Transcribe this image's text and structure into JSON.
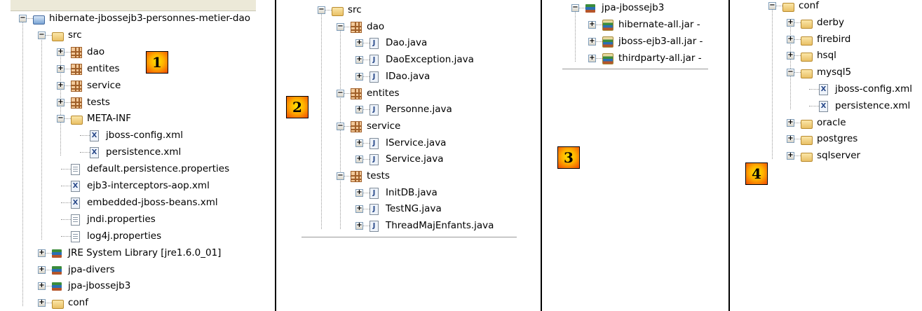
{
  "panels": [
    {
      "id": "panel-1",
      "badge": "1",
      "nodes": [
        {
          "label": "hibernate-jbossejb3-personnes-metier-dao",
          "icon": "project-icon",
          "depth": 0,
          "expander": "-"
        },
        {
          "label": "src",
          "icon": "source-folder-icon",
          "depth": 1,
          "expander": "-"
        },
        {
          "label": "dao",
          "icon": "package-icon",
          "depth": 2,
          "expander": "+"
        },
        {
          "label": "entites",
          "icon": "package-icon",
          "depth": 2,
          "expander": "+"
        },
        {
          "label": "service",
          "icon": "package-icon",
          "depth": 2,
          "expander": "+"
        },
        {
          "label": "tests",
          "icon": "package-icon",
          "depth": 2,
          "expander": "+"
        },
        {
          "label": "META-INF",
          "icon": "folder-icon",
          "depth": 2,
          "expander": "-"
        },
        {
          "label": "jboss-config.xml",
          "icon": "xml-file-icon",
          "depth": 3,
          "expander": ""
        },
        {
          "label": "persistence.xml",
          "icon": "xml-file-icon",
          "depth": 3,
          "expander": ""
        },
        {
          "label": "default.persistence.properties",
          "icon": "file-icon",
          "depth": 2,
          "expander": ""
        },
        {
          "label": "ejb3-interceptors-aop.xml",
          "icon": "xml-file-icon",
          "depth": 2,
          "expander": ""
        },
        {
          "label": "embedded-jboss-beans.xml",
          "icon": "xml-file-icon",
          "depth": 2,
          "expander": ""
        },
        {
          "label": "jndi.properties",
          "icon": "file-icon",
          "depth": 2,
          "expander": ""
        },
        {
          "label": "log4j.properties",
          "icon": "file-icon",
          "depth": 2,
          "expander": ""
        },
        {
          "label": "JRE System Library [jre1.6.0_01]",
          "icon": "library-icon",
          "depth": 1,
          "expander": "+"
        },
        {
          "label": "jpa-divers",
          "icon": "library-icon",
          "depth": 1,
          "expander": "+"
        },
        {
          "label": "jpa-jbossejb3",
          "icon": "library-icon",
          "depth": 1,
          "expander": "+"
        },
        {
          "label": "conf",
          "icon": "folder-icon",
          "depth": 1,
          "expander": "+"
        }
      ]
    },
    {
      "id": "panel-2",
      "badge": "2",
      "nodes": [
        {
          "label": "src",
          "icon": "source-folder-icon",
          "depth": 0,
          "expander": "-"
        },
        {
          "label": "dao",
          "icon": "package-icon",
          "depth": 1,
          "expander": "-"
        },
        {
          "label": "Dao.java",
          "icon": "java-file-icon",
          "depth": 2,
          "expander": "+"
        },
        {
          "label": "DaoException.java",
          "icon": "java-file-icon",
          "depth": 2,
          "expander": "+"
        },
        {
          "label": "IDao.java",
          "icon": "java-file-icon",
          "depth": 2,
          "expander": "+"
        },
        {
          "label": "entites",
          "icon": "package-icon",
          "depth": 1,
          "expander": "-"
        },
        {
          "label": "Personne.java",
          "icon": "java-file-icon",
          "depth": 2,
          "expander": "+"
        },
        {
          "label": "service",
          "icon": "package-icon",
          "depth": 1,
          "expander": "-"
        },
        {
          "label": "IService.java",
          "icon": "java-file-icon",
          "depth": 2,
          "expander": "+"
        },
        {
          "label": "Service.java",
          "icon": "java-file-icon",
          "depth": 2,
          "expander": "+"
        },
        {
          "label": "tests",
          "icon": "package-icon",
          "depth": 1,
          "expander": "-"
        },
        {
          "label": "InitDB.java",
          "icon": "java-file-icon",
          "depth": 2,
          "expander": "+"
        },
        {
          "label": "TestNG.java",
          "icon": "java-file-icon",
          "depth": 2,
          "expander": "+"
        },
        {
          "label": "ThreadMajEnfants.java",
          "icon": "java-file-icon",
          "depth": 2,
          "expander": "+"
        }
      ]
    },
    {
      "id": "panel-3",
      "badge": "3",
      "nodes": [
        {
          "label": "jpa-jbossejb3",
          "icon": "library-icon",
          "depth": 0,
          "expander": "-"
        },
        {
          "label": "hibernate-all.jar - ",
          "icon": "jar-icon",
          "depth": 1,
          "expander": "+"
        },
        {
          "label": "jboss-ejb3-all.jar -",
          "icon": "jar-icon",
          "depth": 1,
          "expander": "+"
        },
        {
          "label": "thirdparty-all.jar -",
          "icon": "jar-icon",
          "depth": 1,
          "expander": "+"
        }
      ]
    },
    {
      "id": "panel-4",
      "badge": "4",
      "nodes": [
        {
          "label": "conf",
          "icon": "folder-icon",
          "depth": 0,
          "expander": "-"
        },
        {
          "label": "derby",
          "icon": "folder-icon",
          "depth": 1,
          "expander": "+"
        },
        {
          "label": "firebird",
          "icon": "folder-icon",
          "depth": 1,
          "expander": "+"
        },
        {
          "label": "hsql",
          "icon": "folder-icon",
          "depth": 1,
          "expander": "+"
        },
        {
          "label": "mysql5",
          "icon": "folder-icon",
          "depth": 1,
          "expander": "-"
        },
        {
          "label": "jboss-config.xml",
          "icon": "xml-file-icon",
          "depth": 2,
          "expander": ""
        },
        {
          "label": "persistence.xml",
          "icon": "xml-file-icon",
          "depth": 2,
          "expander": ""
        },
        {
          "label": "oracle",
          "icon": "folder-icon",
          "depth": 1,
          "expander": "+"
        },
        {
          "label": "postgres",
          "icon": "folder-icon",
          "depth": 1,
          "expander": "+"
        },
        {
          "label": "sqlserver",
          "icon": "folder-icon",
          "depth": 1,
          "expander": "+"
        }
      ]
    }
  ]
}
